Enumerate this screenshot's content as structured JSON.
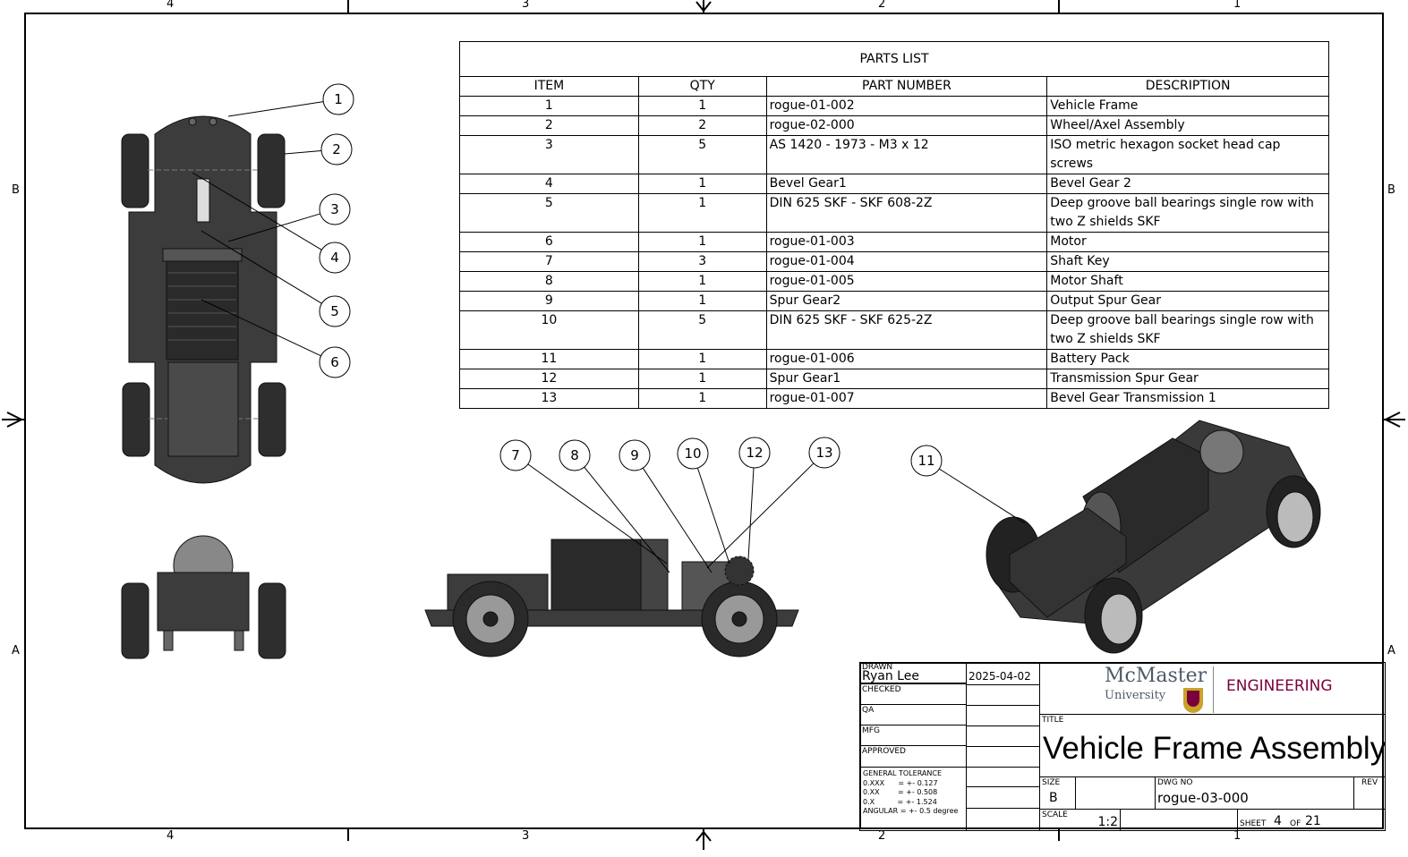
{
  "zones": {
    "top": [
      "4",
      "3",
      "2",
      "1"
    ],
    "bottom": [
      "4",
      "3",
      "2",
      "1"
    ],
    "left": [
      "B",
      "A"
    ],
    "right": [
      "B",
      "A"
    ]
  },
  "parts_list": {
    "title": "PARTS LIST",
    "headers": [
      "ITEM",
      "QTY",
      "PART NUMBER",
      "DESCRIPTION"
    ],
    "rows": [
      [
        "1",
        "1",
        "rogue-01-002",
        "Vehicle Frame"
      ],
      [
        "2",
        "2",
        "rogue-02-000",
        "Wheel/Axel Assembly"
      ],
      [
        "3",
        "5",
        "AS 1420 - 1973 - M3 x 12",
        "ISO metric hexagon socket head cap screws"
      ],
      [
        "4",
        "1",
        "Bevel Gear1",
        "Bevel Gear 2"
      ],
      [
        "5",
        "1",
        "DIN 625 SKF - SKF 608-2Z",
        "Deep groove ball bearings single row with two Z shields SKF"
      ],
      [
        "6",
        "1",
        "rogue-01-003",
        "Motor"
      ],
      [
        "7",
        "3",
        "rogue-01-004",
        "Shaft Key"
      ],
      [
        "8",
        "1",
        "rogue-01-005",
        "Motor Shaft"
      ],
      [
        "9",
        "1",
        "Spur Gear2",
        "Output Spur Gear"
      ],
      [
        "10",
        "5",
        "DIN 625 SKF - SKF 625-2Z",
        "Deep groove ball bearings single row with two Z shields SKF"
      ],
      [
        "11",
        "1",
        "rogue-01-006",
        "Battery Pack"
      ],
      [
        "12",
        "1",
        "Spur Gear1",
        "Transmission Spur Gear"
      ],
      [
        "13",
        "1",
        "rogue-01-007",
        "Bevel Gear Transmission 1"
      ]
    ]
  },
  "balloons": [
    "1",
    "2",
    "3",
    "4",
    "5",
    "6",
    "7",
    "8",
    "9",
    "10",
    "12",
    "13",
    "11"
  ],
  "title_block": {
    "drawn_label": "DRAWN",
    "drawn_by": "Ryan Lee",
    "drawn_date": "2025-04-02",
    "checked_label": "CHECKED",
    "qa_label": "QA",
    "mfg_label": "MFG",
    "approved_label": "APPROVED",
    "tolerance": [
      "GENERAL TOLERANCE",
      "0.XXX      = +- 0.127",
      "0.XX        = +- 0.508",
      "0.X          = +- 1.524",
      "ANGULAR = +- 0.5 degree"
    ],
    "logo": {
      "name": "McMaster",
      "sub": "University",
      "dept": "ENGINEERING"
    },
    "title_label": "TITLE",
    "title": "Vehicle Frame Assembly",
    "size_label": "SIZE",
    "size": "B",
    "dwg_label": "DWG NO",
    "dwg_no": "rogue-03-000",
    "rev_label": "REV",
    "scale_label": "SCALE",
    "scale": "1:2",
    "sheet_label": "SHEET",
    "sheet": "4",
    "of_label": "OF",
    "sheet_total": "21"
  },
  "colors": {
    "body": "#3c3c3c",
    "dark": "#222222",
    "brand": "#7a003c"
  }
}
